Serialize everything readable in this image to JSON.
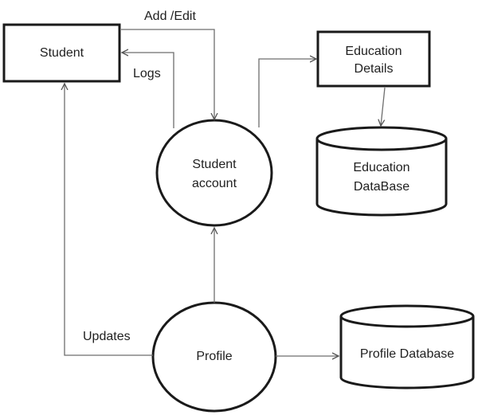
{
  "nodes": {
    "student": "Student",
    "education_details_line1": "Education",
    "education_details_line2": "Details",
    "student_account_line1": "Student",
    "student_account_line2": "account",
    "education_db_line1": "Education",
    "education_db_line2": "DataBase",
    "profile": "Profile",
    "profile_db": "Profile Database"
  },
  "edges": {
    "add_edit": "Add /Edit",
    "logs": "Logs",
    "updates": "Updates"
  },
  "colors": {
    "stroke": "#1a1a1a",
    "connector": "#6e6e6e",
    "background": "#ffffff",
    "text": "#1f1f1f"
  }
}
